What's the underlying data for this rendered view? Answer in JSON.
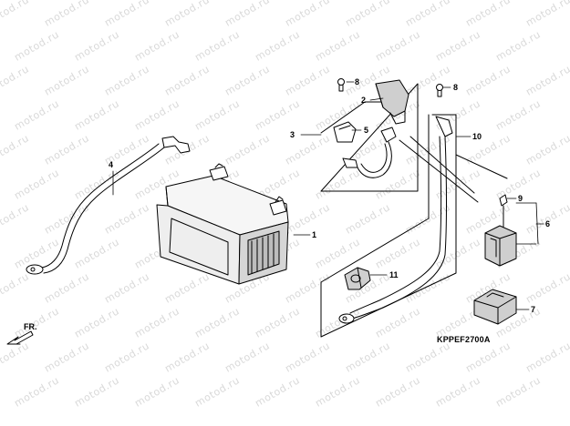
{
  "watermark": {
    "text": "motod.ru"
  },
  "callouts": {
    "c1": "1",
    "c2": "2",
    "c3": "3",
    "c4": "4",
    "c5": "5",
    "c6": "6",
    "c7": "7",
    "c8a": "8",
    "c8b": "8",
    "c9": "9",
    "c10": "10",
    "c11": "11"
  },
  "direction_label": "FR.",
  "diagram_code": "KPPEF2700A"
}
